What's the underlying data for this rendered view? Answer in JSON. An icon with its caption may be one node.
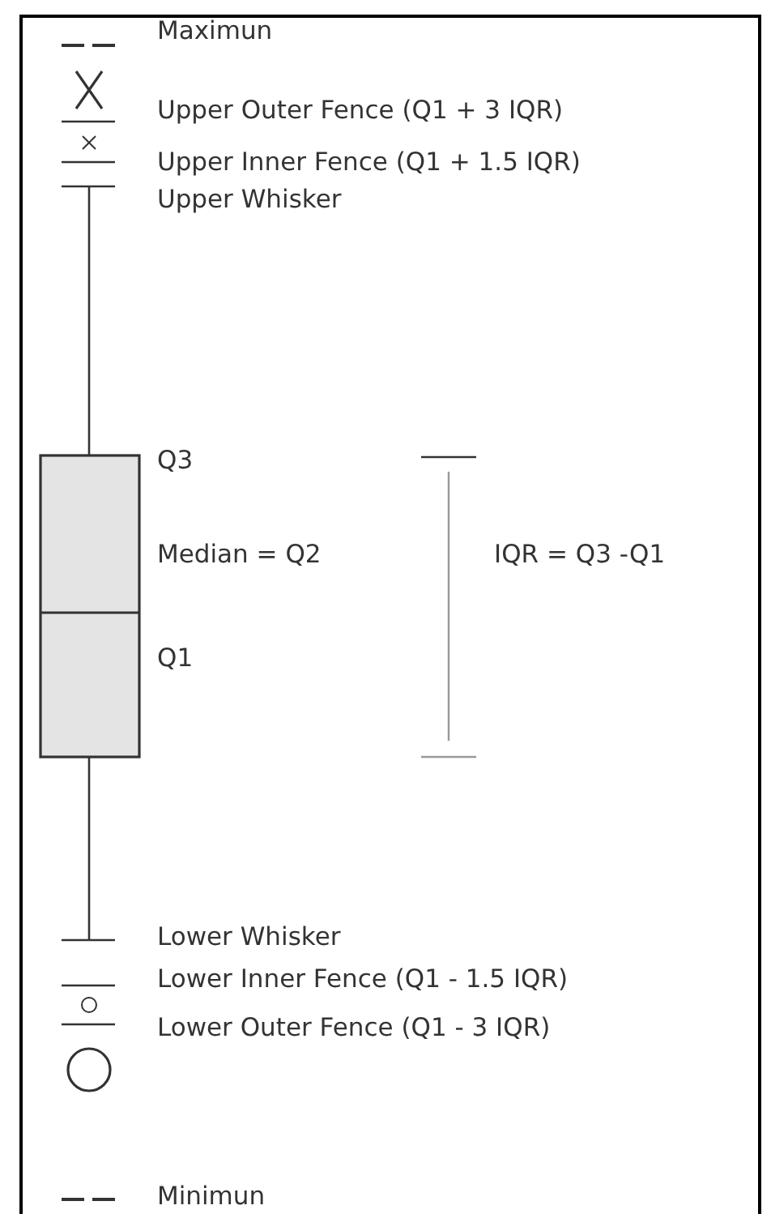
{
  "diagram": {
    "labels": [
      "Maximun",
      "Upper Outer Fence (Q1 + 3 IQR)",
      "Upper Inner Fence (Q1 + 1.5 IQR)",
      "Upper Whisker",
      "Q3",
      "Median = Q2",
      "IQR = Q3 -Q1",
      "Q1",
      "Lower Whisker",
      "Lower Inner Fence (Q1 - 1.5 IQR)",
      "Lower Outer Fence (Q1 - 3 IQR)",
      "Minimun"
    ]
  }
}
